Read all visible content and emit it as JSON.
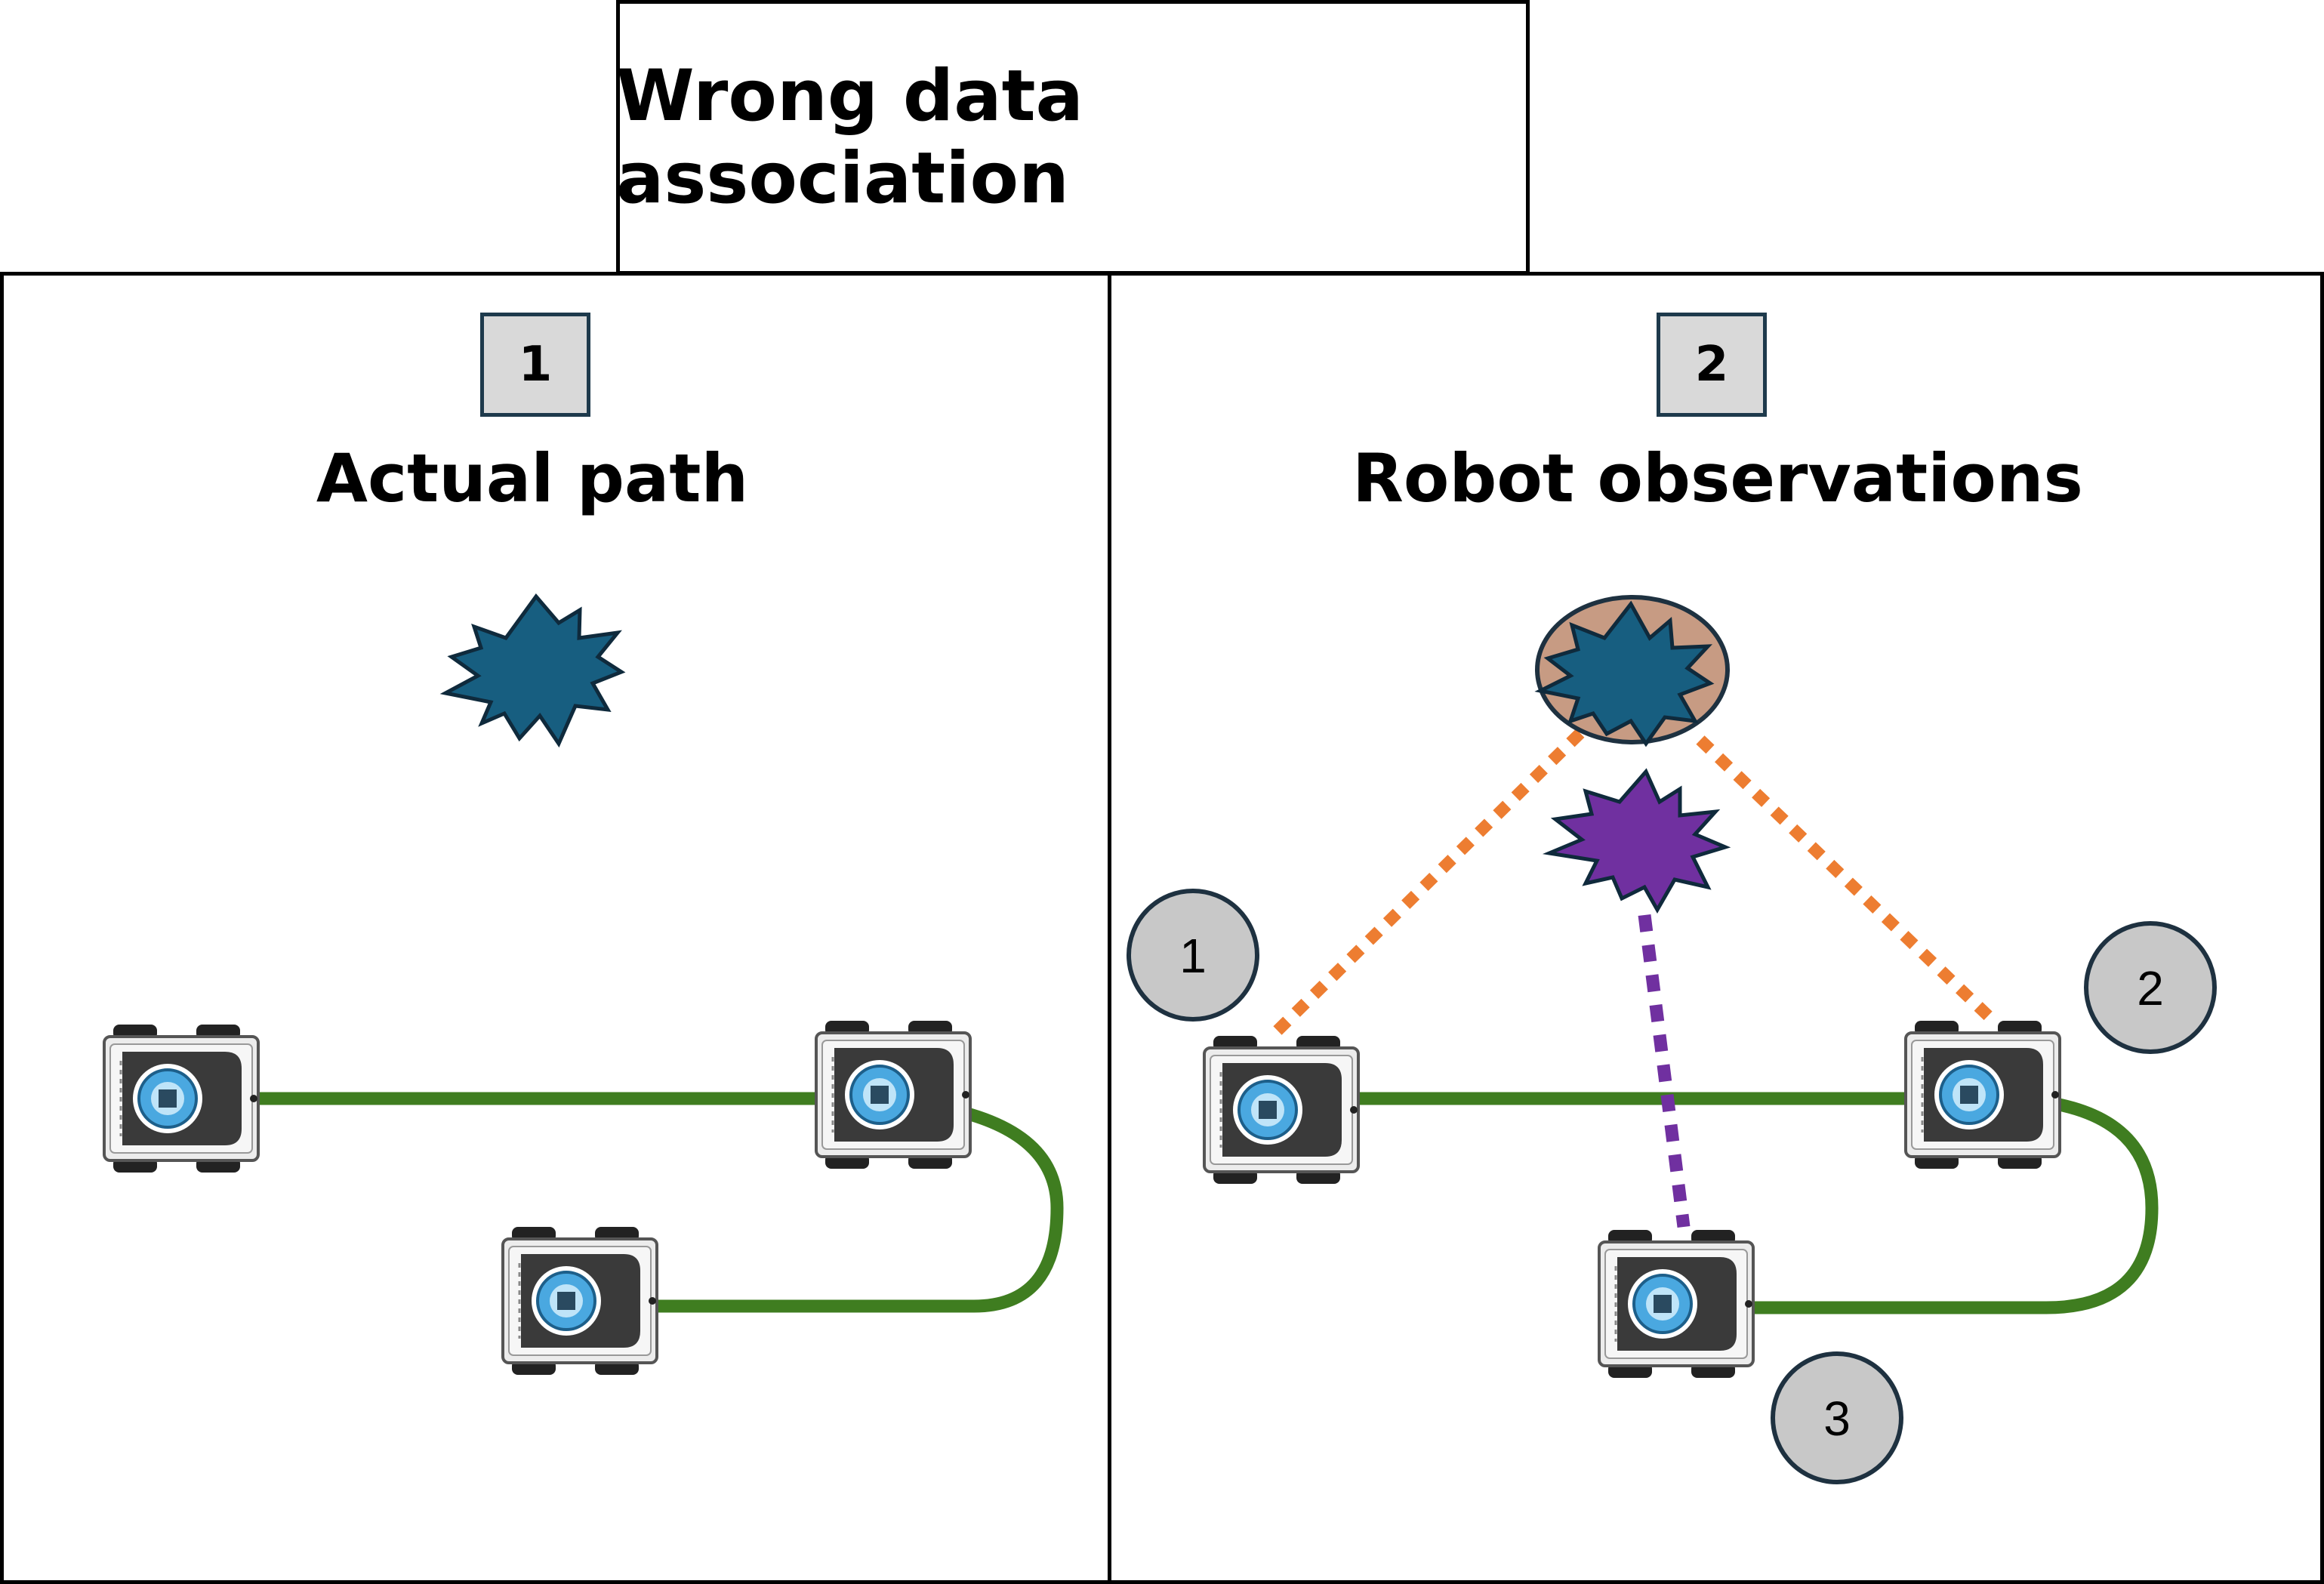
{
  "title": "Wrong data association",
  "panels": [
    {
      "number": "1",
      "heading": "Actual path"
    },
    {
      "number": "2",
      "heading": "Robot observations"
    }
  ],
  "pose_labels": [
    "1",
    "2",
    "3"
  ],
  "colors": {
    "path": "#3f7d20",
    "landmark": "#175e80",
    "landmark_outline": "#0f2a3c",
    "wrong_landmark": "#7030a0",
    "association_ellipse": "#c79b83",
    "orange_observation": "#ed7d31",
    "purple_observation": "#7030a0",
    "badge_fill": "#d9d9d9",
    "pose_circle_fill": "#c8c8c8"
  },
  "icons": {
    "robot": "robot-top-view-icon",
    "landmark": "starburst-landmark-icon"
  }
}
